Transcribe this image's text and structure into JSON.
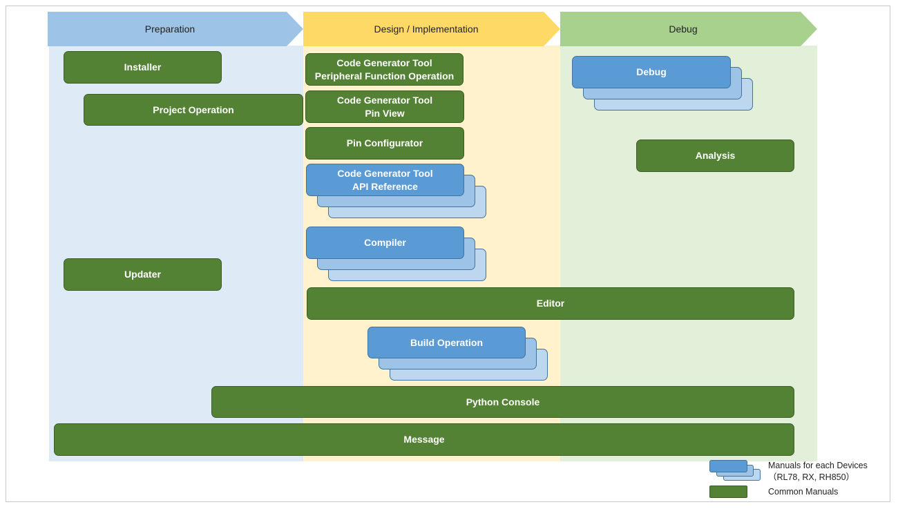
{
  "phases": {
    "preparation": "Preparation",
    "design": "Design / Implementation",
    "debug": "Debug"
  },
  "boxes": {
    "installer": "Installer",
    "project_operation": "Project Operation",
    "updater": "Updater",
    "codegen_peripheral_line1": "Code Generator Tool",
    "codegen_peripheral_line2": "Peripheral Function Operation",
    "codegen_pinview_line1": "Code Generator Tool",
    "codegen_pinview_line2": "Pin View",
    "pin_configurator": "Pin Configurator",
    "codegen_api_line1": "Code Generator Tool",
    "codegen_api_line2": "API Reference",
    "compiler": "Compiler",
    "editor": "Editor",
    "build_operation": "Build Operation",
    "debug": "Debug",
    "analysis": "Analysis",
    "python_console": "Python Console",
    "message": "Message"
  },
  "legend": {
    "device_manuals_line1": "Manuals for each Devices",
    "device_manuals_line2": "（RL78, RX, RH850）",
    "common_manuals": "Common Manuals"
  },
  "colors": {
    "common_manual": "#548235",
    "device_manual": "#5b9bd5",
    "preparation_phase": "#9dc3e6",
    "design_phase": "#ffd966",
    "debug_phase": "#a9d18e"
  }
}
